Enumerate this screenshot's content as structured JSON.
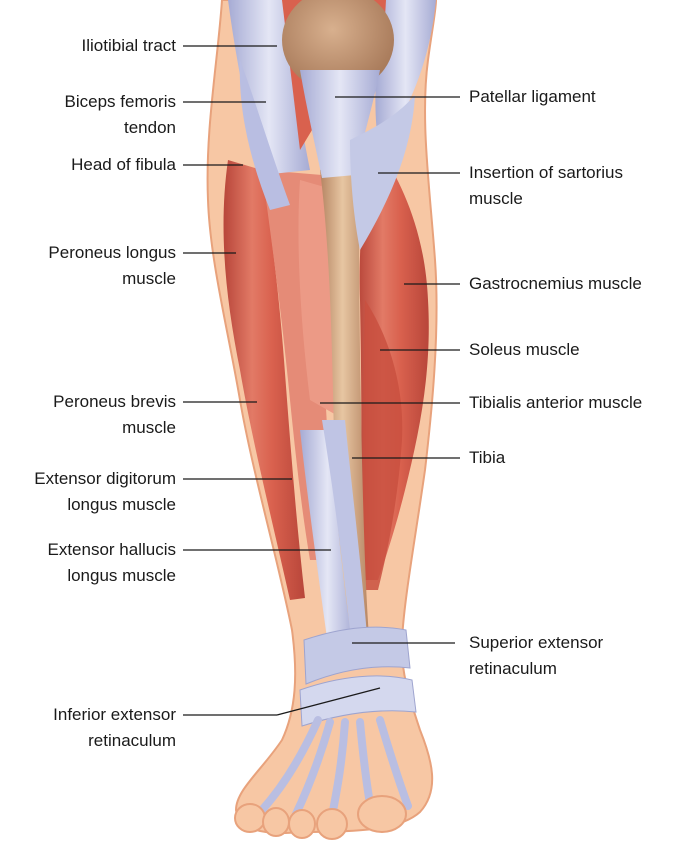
{
  "colors": {
    "skin": "#f7c7a4",
    "skin_edge": "#e8a27c",
    "muscle": "#d9614e",
    "muscle_light": "#ec9a86",
    "muscle_dark": "#b8463a",
    "tendon": "#c4c9e6",
    "tendon_light": "#e4e6f5",
    "tendon_dark": "#9ea4cf",
    "bone": "#c89a73",
    "bone_light": "#e7c6a2",
    "leader_line": "#1a1a1a"
  },
  "labels": {
    "iliotibial_tract": [
      "Iliotibial tract"
    ],
    "biceps_femoris_tendon": [
      "Biceps femoris",
      "tendon"
    ],
    "head_of_fibula": [
      "Head of fibula"
    ],
    "peroneus_longus": [
      "Peroneus longus",
      "muscle"
    ],
    "peroneus_brevis": [
      "Peroneus brevis",
      "muscle"
    ],
    "extensor_digitorum_longus": [
      "Extensor digitorum",
      "longus muscle"
    ],
    "extensor_hallucis_longus": [
      "Extensor hallucis",
      "longus muscle"
    ],
    "inferior_extensor_retinaculum": [
      "Inferior extensor",
      "retinaculum"
    ],
    "patellar_ligament": [
      "Patellar ligament"
    ],
    "insertion_of_sartorius": [
      "Insertion of sartorius",
      "muscle"
    ],
    "gastrocnemius": [
      "Gastrocnemius muscle"
    ],
    "soleus": [
      "Soleus muscle"
    ],
    "tibialis_anterior": [
      "Tibialis anterior muscle"
    ],
    "tibia": [
      "Tibia"
    ],
    "superior_extensor_retinaculum": [
      "Superior extensor",
      "retinaculum"
    ]
  }
}
